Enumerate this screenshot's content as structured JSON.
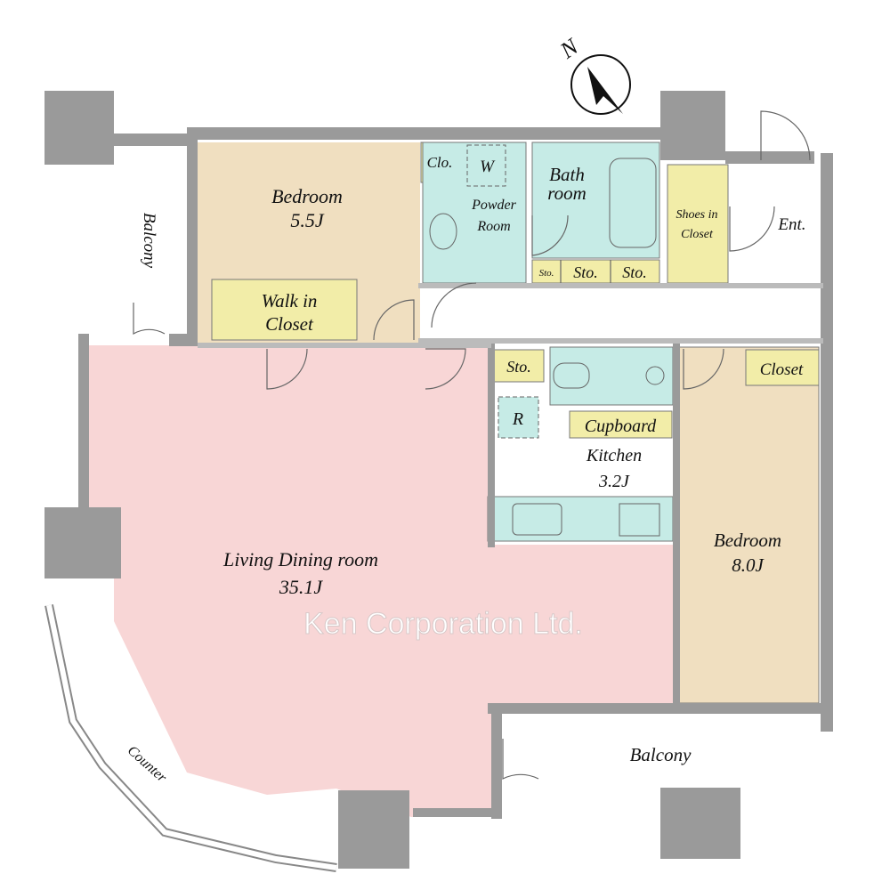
{
  "colors": {
    "wall": "#9a9a9a",
    "bedroom": "#f0dfc0",
    "wet_area": "#c6ebe6",
    "storage": "#f2eda8",
    "living": "#f8d6d6",
    "exterior": "#ffffff"
  },
  "compass": {
    "label": "N",
    "icon": "north-arrow-icon"
  },
  "rooms": {
    "bedroom1": {
      "name": "Bedroom",
      "size": "5.5J"
    },
    "walk_in": {
      "line1": "Walk in",
      "line2": "Closet"
    },
    "clo": "Clo.",
    "washer": "W",
    "powder": {
      "line1": "Powder",
      "line2": "Room"
    },
    "bath": {
      "line1": "Bath",
      "line2": "room"
    },
    "sto_small": "Sto.",
    "sto_a": "Sto.",
    "sto_b": "Sto.",
    "shoes": {
      "line1": "Shoes in",
      "line2": "Closet"
    },
    "entrance": "Ent.",
    "balcony_left": "Balcony",
    "sto_kitchen": "Sto.",
    "fridge": "R",
    "cupboard": "Cupboard",
    "kitchen": {
      "name": "Kitchen",
      "size": "3.2J"
    },
    "closet": "Closet",
    "bedroom2": {
      "name": "Bedroom",
      "size": "8.0J"
    },
    "living": {
      "name": "Living Dining room",
      "size": "35.1J"
    },
    "balcony_bottom": "Balcony",
    "counter": "Counter"
  },
  "watermark": "Ken Corporation Ltd."
}
